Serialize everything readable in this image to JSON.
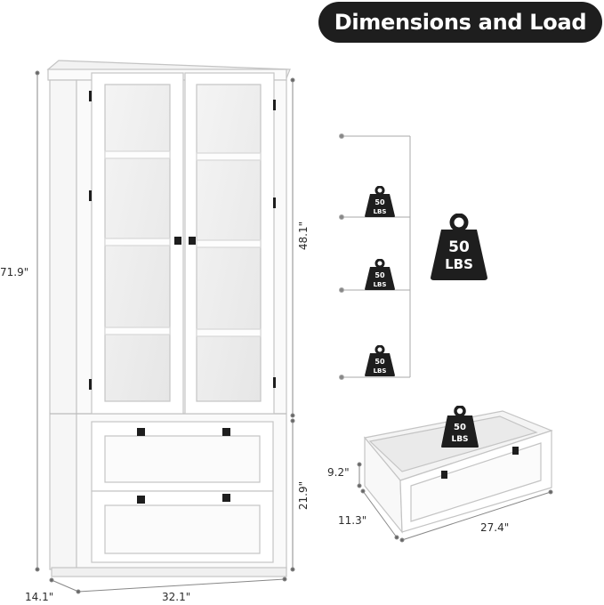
{
  "header": {
    "title": "Dimensions and Load"
  },
  "dimensions": {
    "total_height": "71.9\"",
    "upper_height": "48.1\"",
    "lower_height": "21.9\"",
    "width": "32.1\"",
    "depth": "14.1\"",
    "drawer_height": "9.2\"",
    "drawer_depth": "11.3\"",
    "drawer_width": "27.4\""
  },
  "load": {
    "big_weight_value": "50",
    "big_weight_unit": "LBS",
    "shelf_weights": [
      {
        "value": "50",
        "unit": "LBS"
      },
      {
        "value": "50",
        "unit": "LBS"
      },
      {
        "value": "50",
        "unit": "LBS"
      }
    ],
    "drawer_weight": {
      "value": "50",
      "unit": "LBS"
    }
  },
  "colors": {
    "accent": "#1e1e1e",
    "cabinet": "#f7f7f7",
    "outline": "#c9c9c9"
  }
}
